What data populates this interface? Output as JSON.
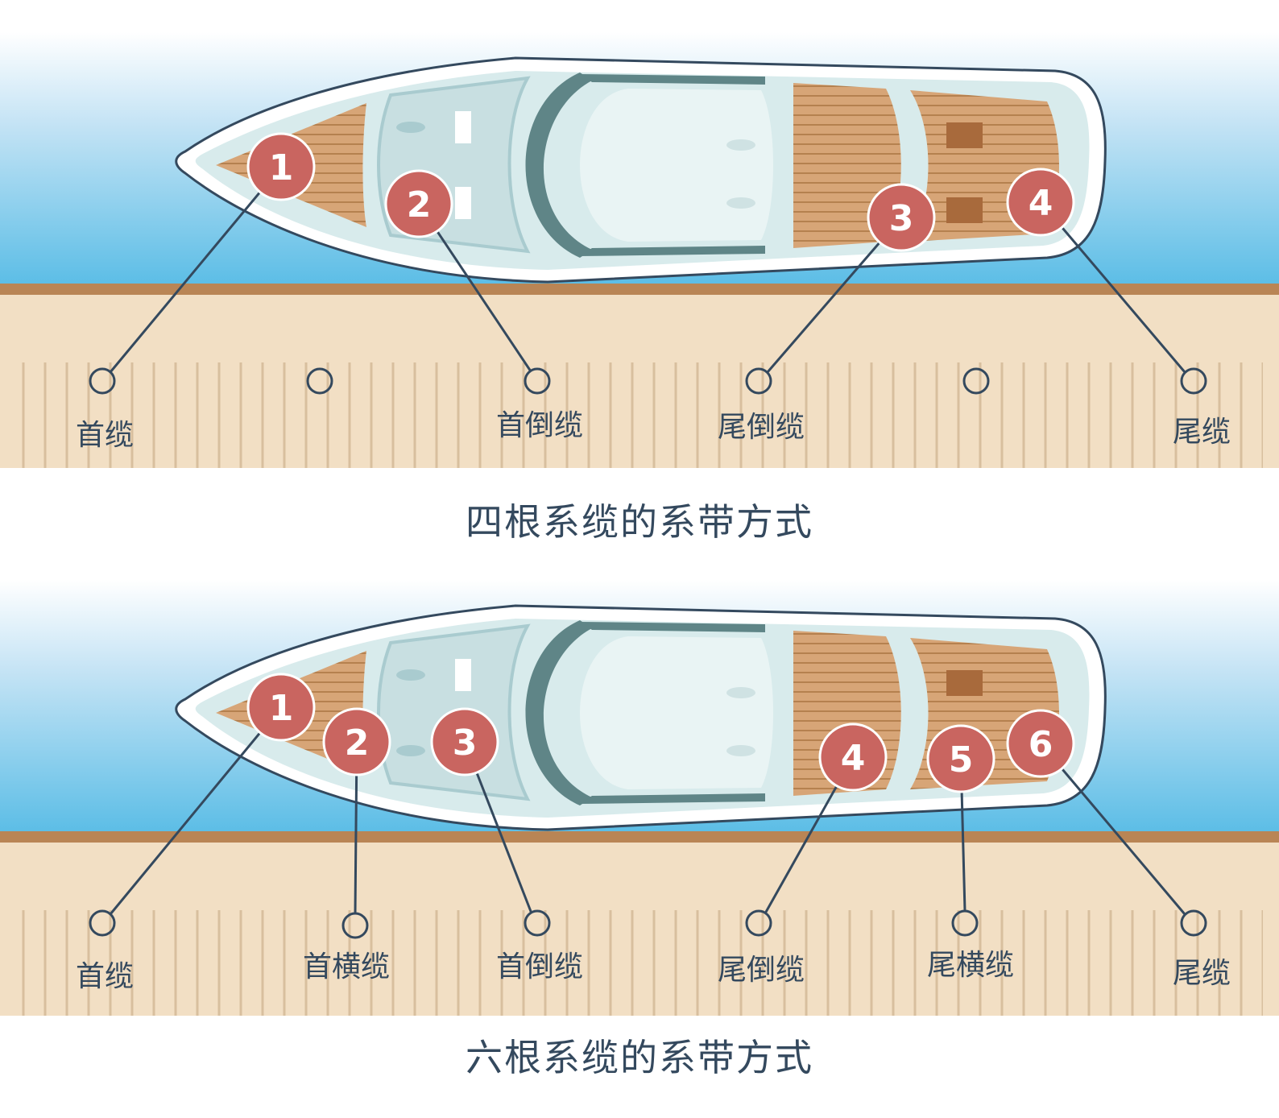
{
  "diagrams": [
    {
      "id": "four",
      "caption": "四根系缆的系带方式",
      "lines": [
        {
          "number": "1",
          "label": "首缆"
        },
        {
          "number": "2",
          "label": "首倒缆"
        },
        {
          "number": "3",
          "label": "尾倒缆"
        },
        {
          "number": "4",
          "label": "尾缆"
        }
      ]
    },
    {
      "id": "six",
      "caption": "六根系缆的系带方式",
      "lines": [
        {
          "number": "1",
          "label": "首缆"
        },
        {
          "number": "2",
          "label": "首横缆"
        },
        {
          "number": "3",
          "label": "首倒缆"
        },
        {
          "number": "4",
          "label": "尾倒缆"
        },
        {
          "number": "5",
          "label": "尾横缆"
        },
        {
          "number": "6",
          "label": "尾缆"
        }
      ]
    }
  ],
  "colors": {
    "marker": "#c96560",
    "line": "#34495e",
    "dock": "#f2dfc4",
    "dock_edge": "#b98555",
    "deck_wood": "#d7a577",
    "water": "#5bbde6"
  }
}
